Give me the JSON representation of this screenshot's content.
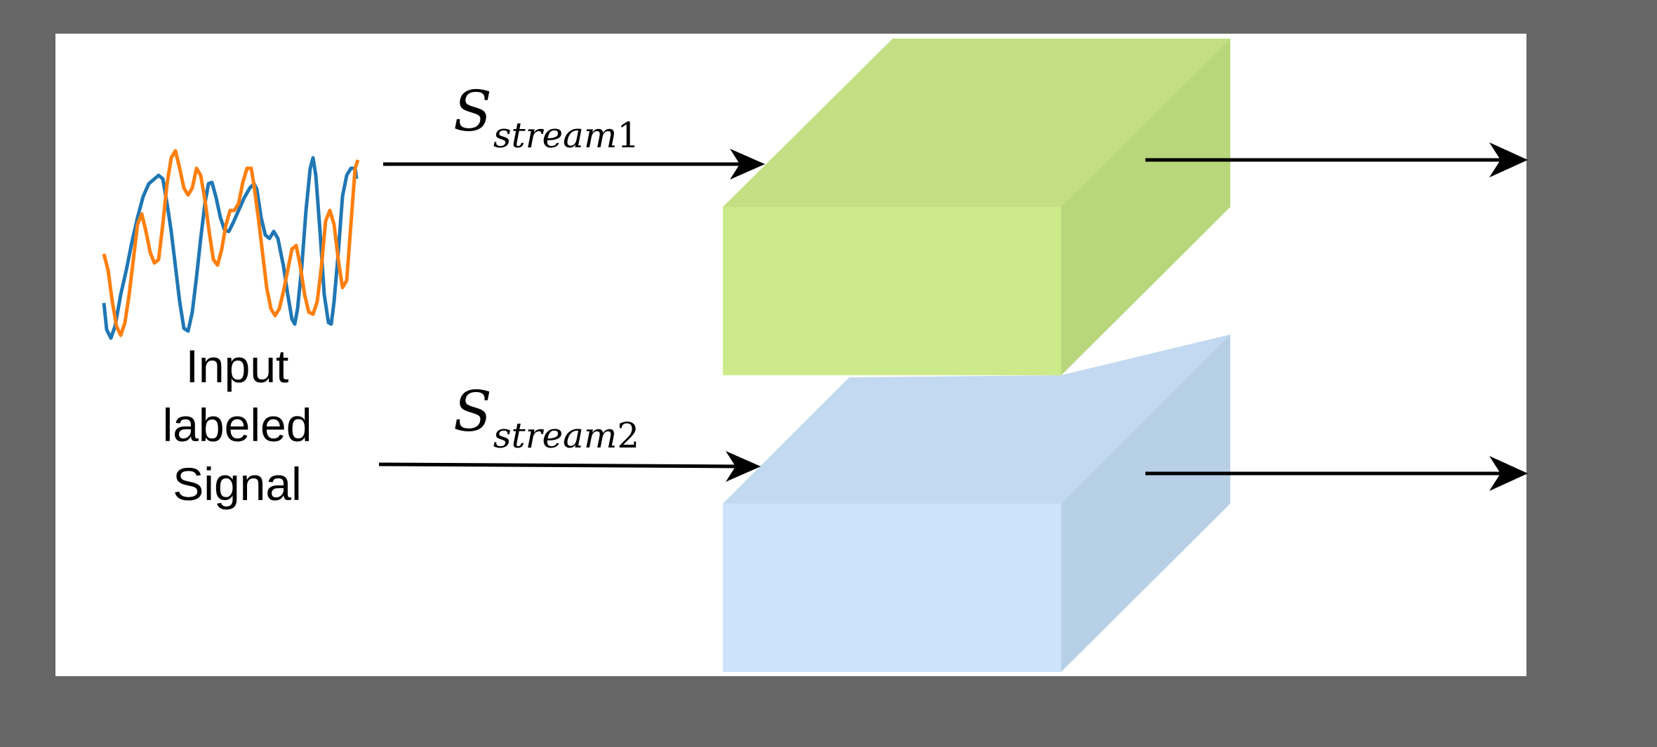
{
  "signal_label": [
    "Input",
    "labeled",
    "Signal"
  ],
  "stream1": {
    "symbol": "S",
    "subscript": "stream",
    "index": "1"
  },
  "stream2": {
    "symbol": "S",
    "subscript": "stream",
    "index": "2"
  },
  "colors": {
    "background": "#666666",
    "panel": "#ffffff",
    "signal_blue": "#1f77b4",
    "signal_orange": "#ff7f0e",
    "box_green_front": "#cdea8a",
    "box_green_top": "#c2e083",
    "box_green_side": "#b8d67b",
    "box_blue_front": "#cce3fb",
    "box_blue_top": "#c2d9f1",
    "box_blue_side": "#b8d0e6",
    "arrow": "#000000"
  }
}
